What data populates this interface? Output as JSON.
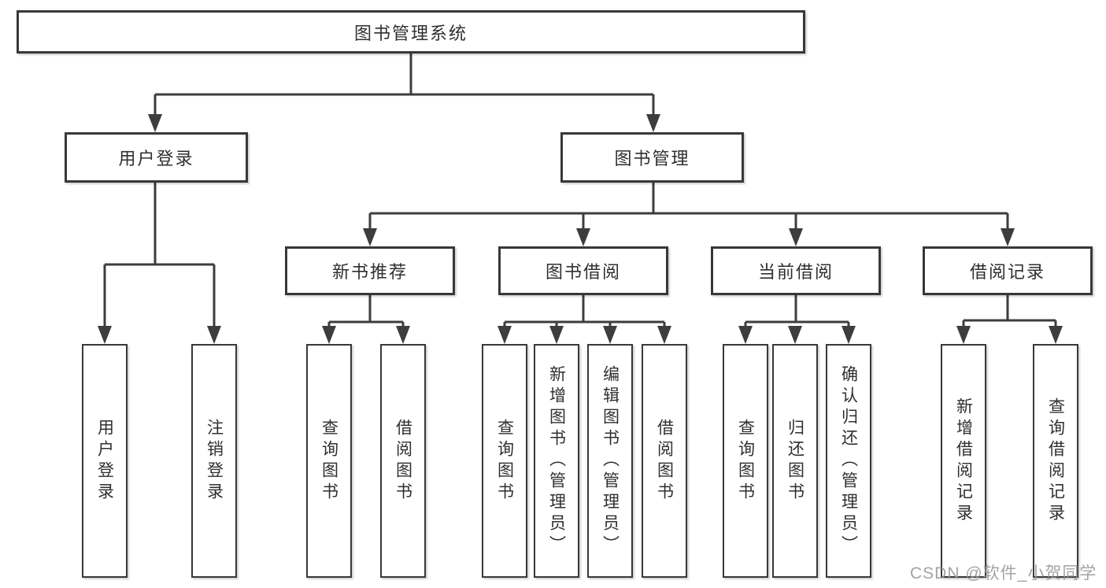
{
  "diagram": {
    "root": {
      "label": "图书管理系统"
    },
    "level2": [
      {
        "label": "用户登录"
      },
      {
        "label": "图书管理"
      }
    ],
    "level3": [
      {
        "label": "新书推荐"
      },
      {
        "label": "图书借阅"
      },
      {
        "label": "当前借阅"
      },
      {
        "label": "借阅记录"
      }
    ],
    "leaves": [
      {
        "label": "用户登录"
      },
      {
        "label": "注销登录"
      },
      {
        "label": "查询图书"
      },
      {
        "label": "借阅图书"
      },
      {
        "label": "查询图书"
      },
      {
        "label": "新增图书（管理员）"
      },
      {
        "label": "编辑图书（管理员）"
      },
      {
        "label": "借阅图书"
      },
      {
        "label": "查询图书"
      },
      {
        "label": "归还图书"
      },
      {
        "label": "确认归还（管理员）"
      },
      {
        "label": "新增借阅记录"
      },
      {
        "label": "查询借阅记录"
      }
    ]
  },
  "watermark": {
    "text": "CSDN @软件_小贺同学"
  },
  "colors": {
    "line": "#3d3d3d",
    "border": "#383838",
    "text": "#2f2f2f",
    "background": "#ffffff",
    "watermark": "#969696"
  }
}
